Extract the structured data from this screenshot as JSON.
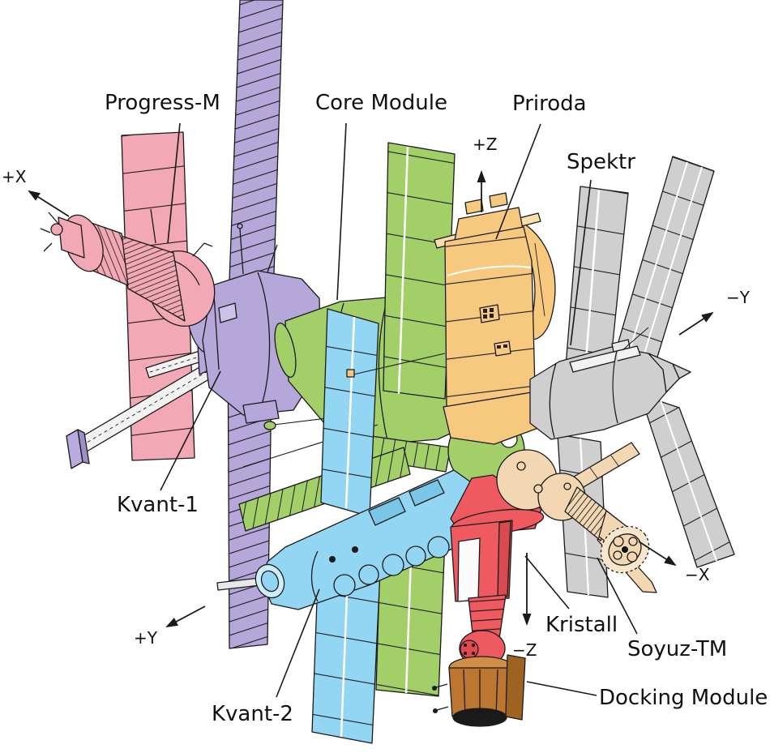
{
  "diagram": {
    "labels": {
      "progress_m": "Progress-M",
      "core_module": "Core Module",
      "priroda": "Priroda",
      "spektr": "Spektr",
      "kvant_1": "Kvant-1",
      "kvant_2": "Kvant-2",
      "kristall": "Kristall",
      "soyuz_tm": "Soyuz-TM",
      "docking_module": "Docking Module"
    },
    "axes": {
      "plus_x": "+X",
      "minus_x": "−X",
      "plus_y": "+Y",
      "minus_y": "−Y",
      "plus_z": "+Z",
      "minus_z": "−Z"
    },
    "colors": {
      "outline": "#1a1a1a",
      "background": "#ffffff",
      "progress_m": "#F3A8B6",
      "kvant1": "#B5A7D9",
      "core": "#A3CF68",
      "priroda": "#F7C97E",
      "priroda_light": "#FADFA9",
      "spektr": "#CFCFCF",
      "kvant2": "#93D6F3",
      "kvant2_dark": "#79C6E6",
      "kristall": "#EE5A5F",
      "kristall_dark": "#D84A50",
      "soyuz_tm": "#F3D7B3",
      "soyuz_disc": "#F8E6CC",
      "docking_module": "#BD762F",
      "docking_module_dark": "#9E6320",
      "docking_module_light": "#D08E47",
      "truss": "#F2F2F2",
      "panel_gap": "#ffffff"
    }
  }
}
